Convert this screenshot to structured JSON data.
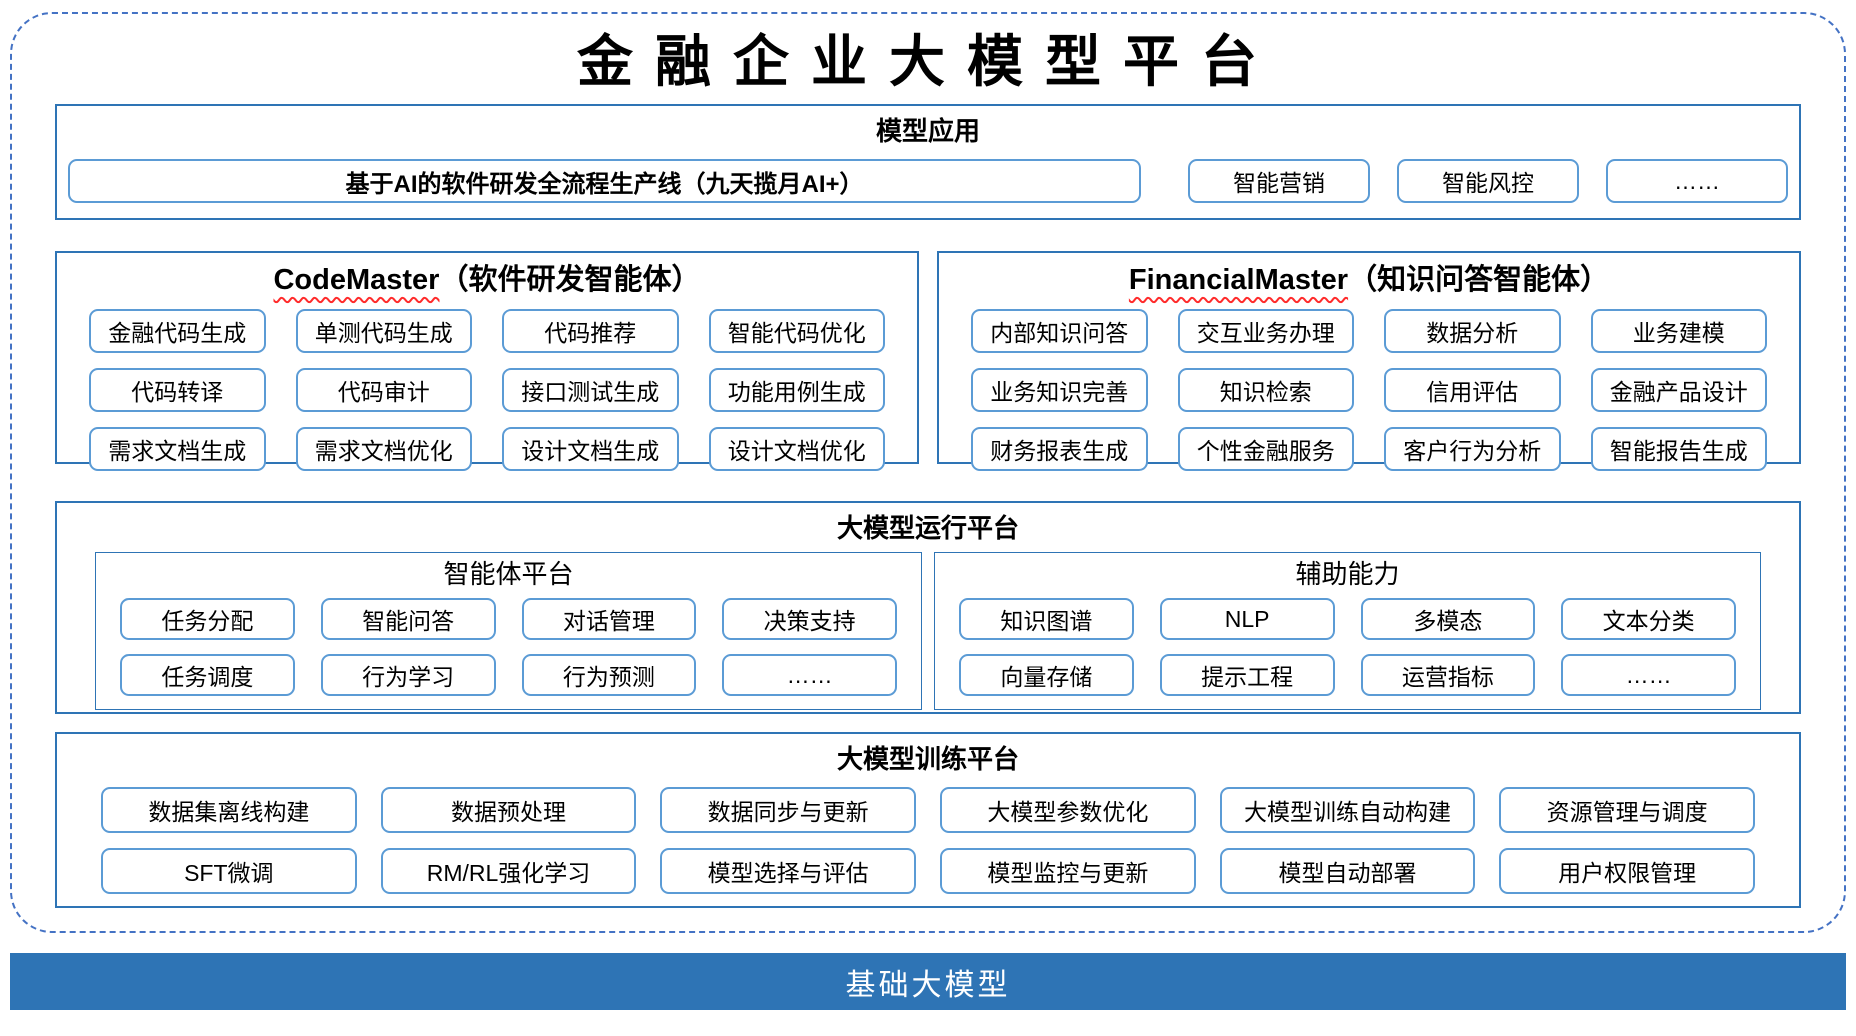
{
  "title": "金融企业大模型平台",
  "colors": {
    "frame_dash": "#4472C4",
    "section_border": "#2E74B5",
    "item_border": "#5B9BD5",
    "base_bar_bg": "#2E74B5",
    "base_bar_text": "#FFFFFF",
    "spellcheck_underline": "#FF2B2B"
  },
  "sections": {
    "apps": {
      "title": "模型应用",
      "main_item": "基于AI的软件研发全流程生产线（九天揽月AI+）",
      "items": [
        "智能营销",
        "智能风控",
        "……"
      ]
    },
    "codemaster": {
      "title_en": "CodeMaster",
      "title_zh": "（软件研发智能体）",
      "items": [
        "金融代码生成",
        "单测代码生成",
        "代码推荐",
        "智能代码优化",
        "代码转译",
        "代码审计",
        "接口测试生成",
        "功能用例生成",
        "需求文档生成",
        "需求文档优化",
        "设计文档生成",
        "设计文档优化"
      ]
    },
    "financialmaster": {
      "title_en": "FinancialMaster",
      "title_zh": "（知识问答智能体）",
      "items": [
        "内部知识问答",
        "交互业务办理",
        "数据分析",
        "业务建模",
        "业务知识完善",
        "知识检索",
        "信用评估",
        "金融产品设计",
        "财务报表生成",
        "个性金融服务",
        "客户行为分析",
        "智能报告生成"
      ]
    },
    "runtime": {
      "title": "大模型运行平台",
      "agent_platform": {
        "title": "智能体平台",
        "items": [
          "任务分配",
          "智能问答",
          "对话管理",
          "决策支持",
          "任务调度",
          "行为学习",
          "行为预测",
          "……"
        ]
      },
      "auxiliary": {
        "title": "辅助能力",
        "items": [
          "知识图谱",
          "NLP",
          "多模态",
          "文本分类",
          "向量存储",
          "提示工程",
          "运营指标",
          "……"
        ]
      }
    },
    "training": {
      "title": "大模型训练平台",
      "items": [
        "数据集离线构建",
        "数据预处理",
        "数据同步与更新",
        "大模型参数优化",
        "大模型训练自动构建",
        "资源管理与调度",
        "SFT微调",
        "RM/RL强化学习",
        "模型选择与评估",
        "模型监控与更新",
        "模型自动部署",
        "用户权限管理"
      ]
    }
  },
  "base_bar": {
    "label": "基础大模型"
  }
}
